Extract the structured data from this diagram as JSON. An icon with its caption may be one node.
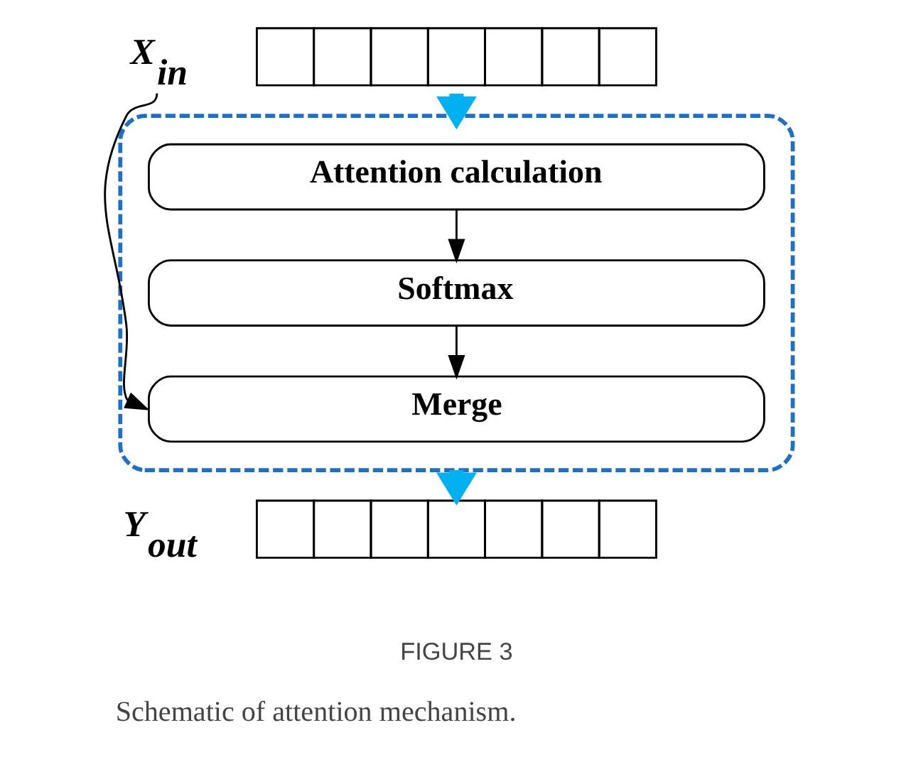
{
  "diagram": {
    "caption": "Schematic of attention mechanism.",
    "nodes": [
      {
        "text": [
          "X$_{in}$"
        ]
      },
      {
        "text": [],
        "shape": "bar"
      },
      {
        "text": [],
        "shape": "box"
      },
      {
        "text": [
          "Attention calculation"
        ],
        "in": 2
      },
      {
        "text": [
          "Softmax"
        ],
        "in": 2
      },
      {
        "text": [
          "Merge"
        ],
        "in": 2
      },
      {
        "text": [],
        "shape": "bar",
        "beside": [
          "Y$_{out}$"
        ]
      }
    ],
    "edges": [
      {
        "from": 1,
        "to": 2,
        "arrow": "to",
        "style": "thick",
        "color": "#00b0f0"
      },
      {
        "from": 3,
        "to": 4,
        "arrow": "to"
      },
      {
        "from": 4,
        "to": 5,
        "arrow": "to"
      },
      {
        "from": 0,
        "to": 5,
        "arrow": "to"
      },
      {
        "from": 2,
        "to": 6,
        "arrow": "to",
        "style": "thick",
        "color": "#00b0f0"
      }
    ],
    "labels": [
      "FIGURE 3"
    ]
  }
}
